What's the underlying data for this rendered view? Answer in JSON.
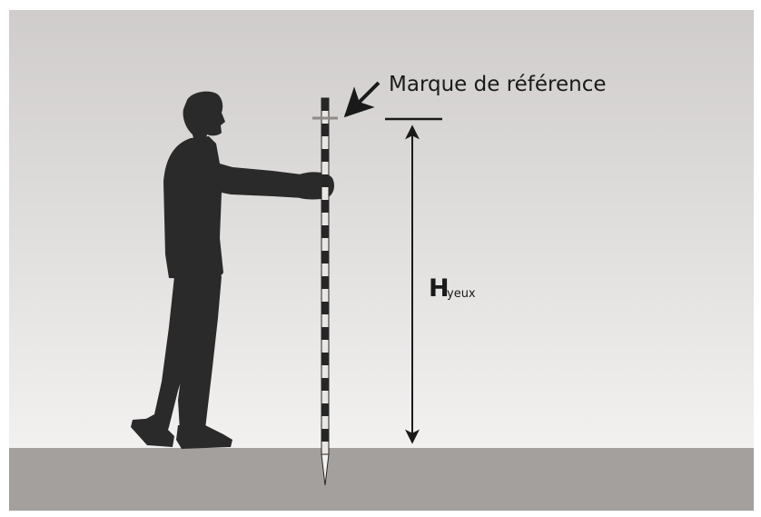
{
  "labels": {
    "reference_mark": "Marque de référence",
    "height_symbol": "H",
    "height_subscript": "yeux"
  },
  "colors": {
    "sky_top": "#cfcccb",
    "sky_bottom": "#f2f1f0",
    "ground": "#a3a09e",
    "silhouette": "#2a2a2a",
    "staff_dark": "#262626",
    "staff_light": "#e9e6e3",
    "ink": "#1a1a1a"
  }
}
